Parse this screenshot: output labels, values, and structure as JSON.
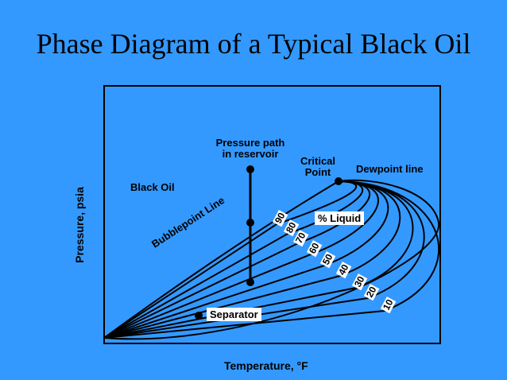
{
  "title": "Phase Diagram of a Typical Black Oil",
  "labels": {
    "x_axis": "Temperature, °F",
    "y_axis": "Pressure, psia",
    "black_oil": "Black Oil",
    "pressure_path_1": "Pressure path",
    "pressure_path_2": "in reservoir",
    "critical_1": "Critical",
    "critical_2": "Point",
    "dewpoint": "Dewpoint line",
    "bubblepoint": "Bubblepoint Line",
    "percent_liquid": "% Liquid",
    "separator": "Separator"
  },
  "quality_lines": [
    "90",
    "80",
    "70",
    "60",
    "50",
    "40",
    "30",
    "20",
    "10"
  ],
  "colors": {
    "background": "#3399ff",
    "line": "#000000",
    "label_box": "#ffffff"
  }
}
